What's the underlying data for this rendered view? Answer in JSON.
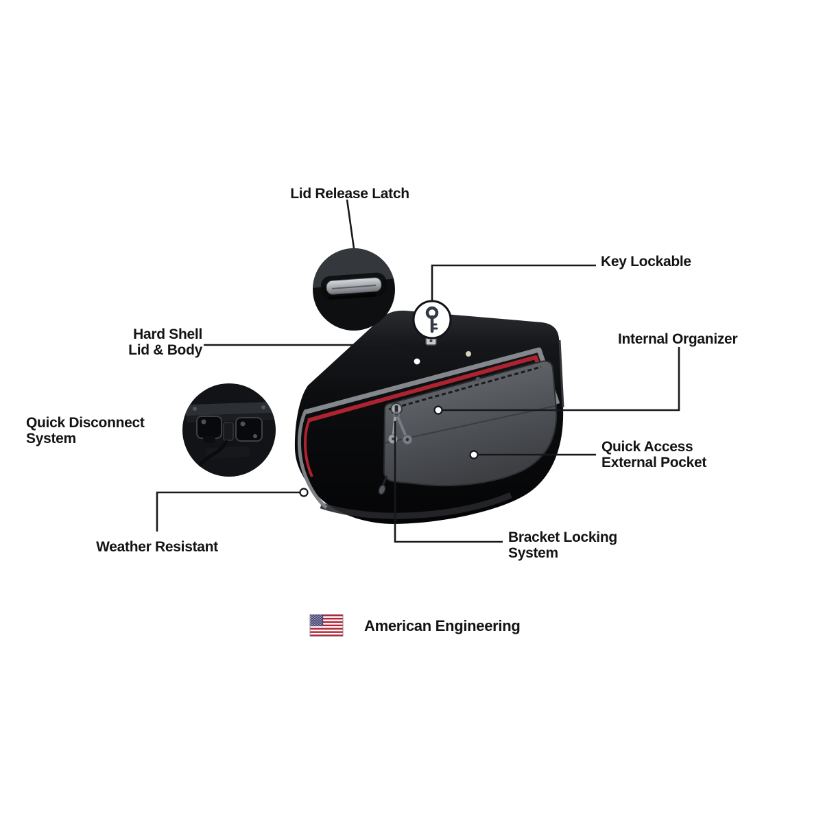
{
  "page": {
    "background": "#ffffff"
  },
  "callouts": {
    "lid_release_latch": {
      "label": "Lid Release Latch"
    },
    "key_lockable": {
      "label": "Key Lockable"
    },
    "hard_shell": {
      "line1": "Hard Shell",
      "line2": "Lid & Body"
    },
    "internal_organizer": {
      "label": "Internal Organizer"
    },
    "quick_disconnect": {
      "line1": "Quick Disconnect",
      "line2": "System"
    },
    "quick_access": {
      "line1": "Quick Access",
      "line2": "External Pocket"
    },
    "weather_resistant": {
      "label": "Weather Resistant"
    },
    "bracket_locking": {
      "line1": "Bracket Locking",
      "line2": "System"
    }
  },
  "footer": {
    "label": "American Engineering"
  },
  "icons": {
    "flag": "us-flag-icon",
    "key": "key-icon",
    "latch": "lid-latch-icon",
    "quick_disconnect": "quick-disconnect-hardware-icon"
  },
  "colors": {
    "label_text": "#131313",
    "callout_line": "#17181a",
    "bag_black": "#0b0c0e",
    "accent_red": "#ae2330",
    "piping_gray": "#84878c",
    "pocket_gray": "#55585d",
    "flag_red": "#b22234",
    "flag_blue": "#3c3b6e"
  }
}
